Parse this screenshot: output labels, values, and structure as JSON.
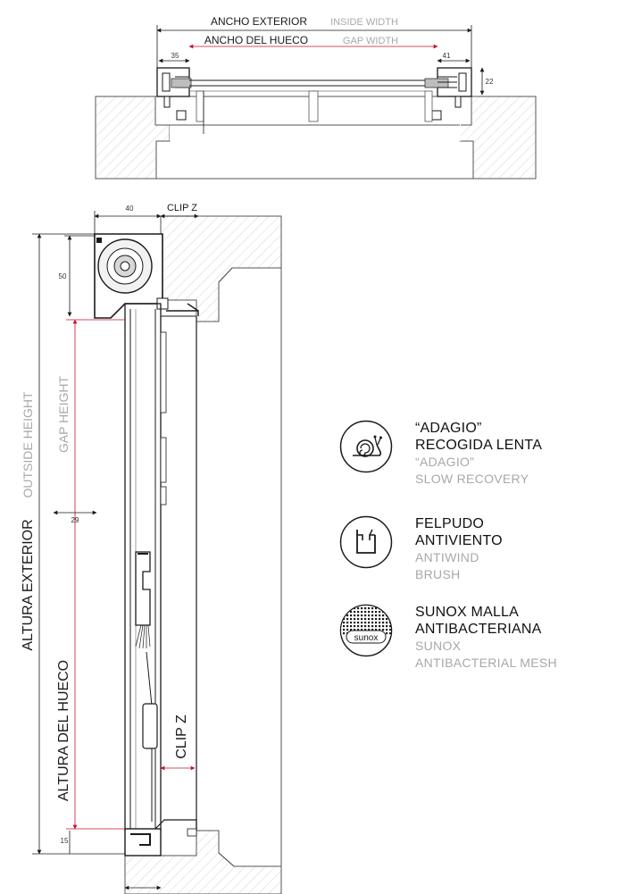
{
  "top_view": {
    "outside_width_es": "ANCHO EXTERIOR",
    "outside_width_en": "INSIDE WIDTH",
    "gap_width_es": "ANCHO DEL HUECO",
    "gap_width_en": "GAP WIDTH",
    "dim_left": "35",
    "dim_right": "41",
    "dim_height": "22"
  },
  "side_view": {
    "dim_box_width": "40",
    "clip_top": "CLIP Z",
    "dim_box_height": "50",
    "dim_29": "29",
    "dim_15": "15",
    "outside_height_es": "ALTURA EXTERIOR",
    "outside_height_en": "OUTSIDE HEIGHT",
    "gap_height_es": "ALTURA DEL HUECO",
    "gap_height_en": "GAP HEIGHT",
    "clip_side": "CLIP Z"
  },
  "features": [
    {
      "icon": "snail-icon",
      "title_1": "“ADAGIO”",
      "title_2": "RECOGIDA LENTA",
      "sub_1": "“ADAGIO”",
      "sub_2": "SLOW RECOVERY"
    },
    {
      "icon": "brush-icon",
      "title_1": "FELPUDO",
      "title_2": "ANTIVIENTO",
      "sub_1": "ANTIWIND",
      "sub_2": "BRUSH"
    },
    {
      "icon": "mesh-icon",
      "title_1": "SUNOX MALLA",
      "title_2": "ANTIBACTERIANA",
      "sub_1": "SUNOX",
      "sub_2": "ANTIBACTERIAL MESH",
      "badge": "sunox"
    }
  ]
}
